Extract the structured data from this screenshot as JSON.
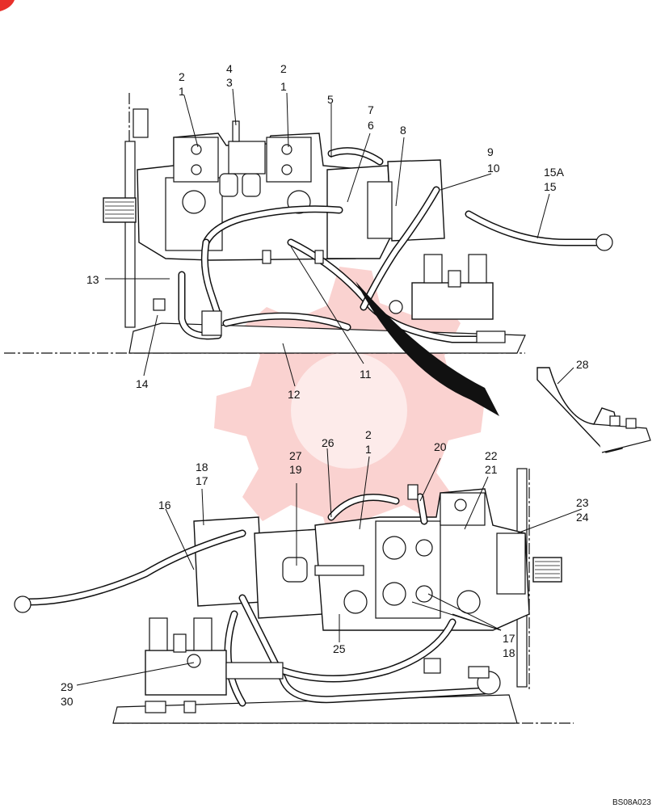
{
  "diagram": {
    "drawing_code": "BS08A023",
    "callouts_top": [
      "2",
      "1",
      "4",
      "3",
      "2",
      "1",
      "5",
      "7",
      "6",
      "8",
      "9",
      "10",
      "15A",
      "15",
      "13",
      "14",
      "11",
      "12"
    ],
    "callouts_bottom": [
      "28",
      "2",
      "1",
      "20",
      "26",
      "27",
      "19",
      "18",
      "17",
      "22",
      "21",
      "23",
      "24",
      "16",
      "25",
      "17",
      "18",
      "29",
      "30"
    ],
    "colors": {
      "line": "#111111",
      "watermark": "#e8302a",
      "background": "#ffffff"
    }
  }
}
